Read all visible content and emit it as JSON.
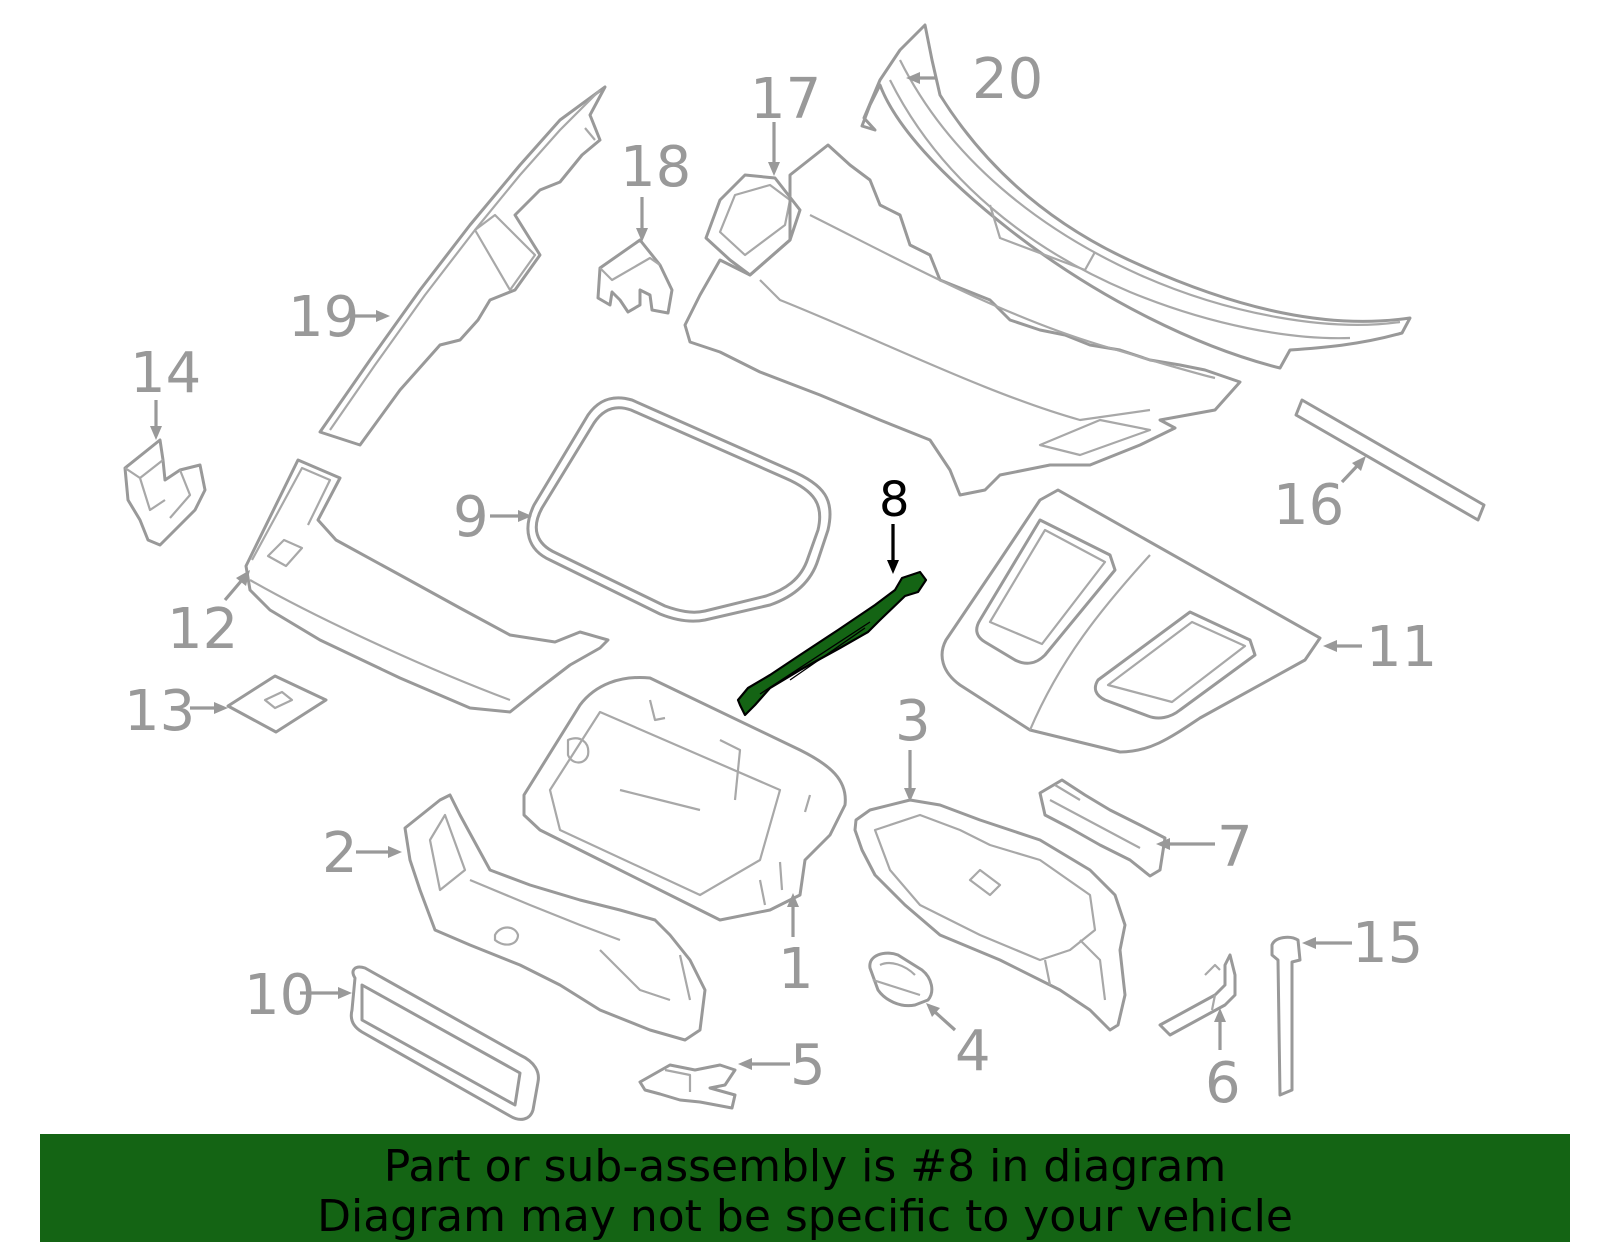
{
  "labels": {
    "p1": "1",
    "p2": "2",
    "p3": "3",
    "p4": "4",
    "p5": "5",
    "p6": "6",
    "p7": "7",
    "p8": "8",
    "p9": "9",
    "p10": "10",
    "p11": "11",
    "p12": "12",
    "p13": "13",
    "p14": "14",
    "p15": "15",
    "p16": "16",
    "p17": "17",
    "p18": "18",
    "p19": "19",
    "p20": "20"
  },
  "highlight": {
    "part": "8",
    "color": "#146414"
  },
  "colors": {
    "part_stroke": "#999999",
    "highlight_fill": "#146414",
    "banner_bg": "#146414"
  },
  "banner": {
    "line1": "Part or sub-assembly is #8 in diagram",
    "line2": "Diagram may not be specific to your vehicle"
  }
}
